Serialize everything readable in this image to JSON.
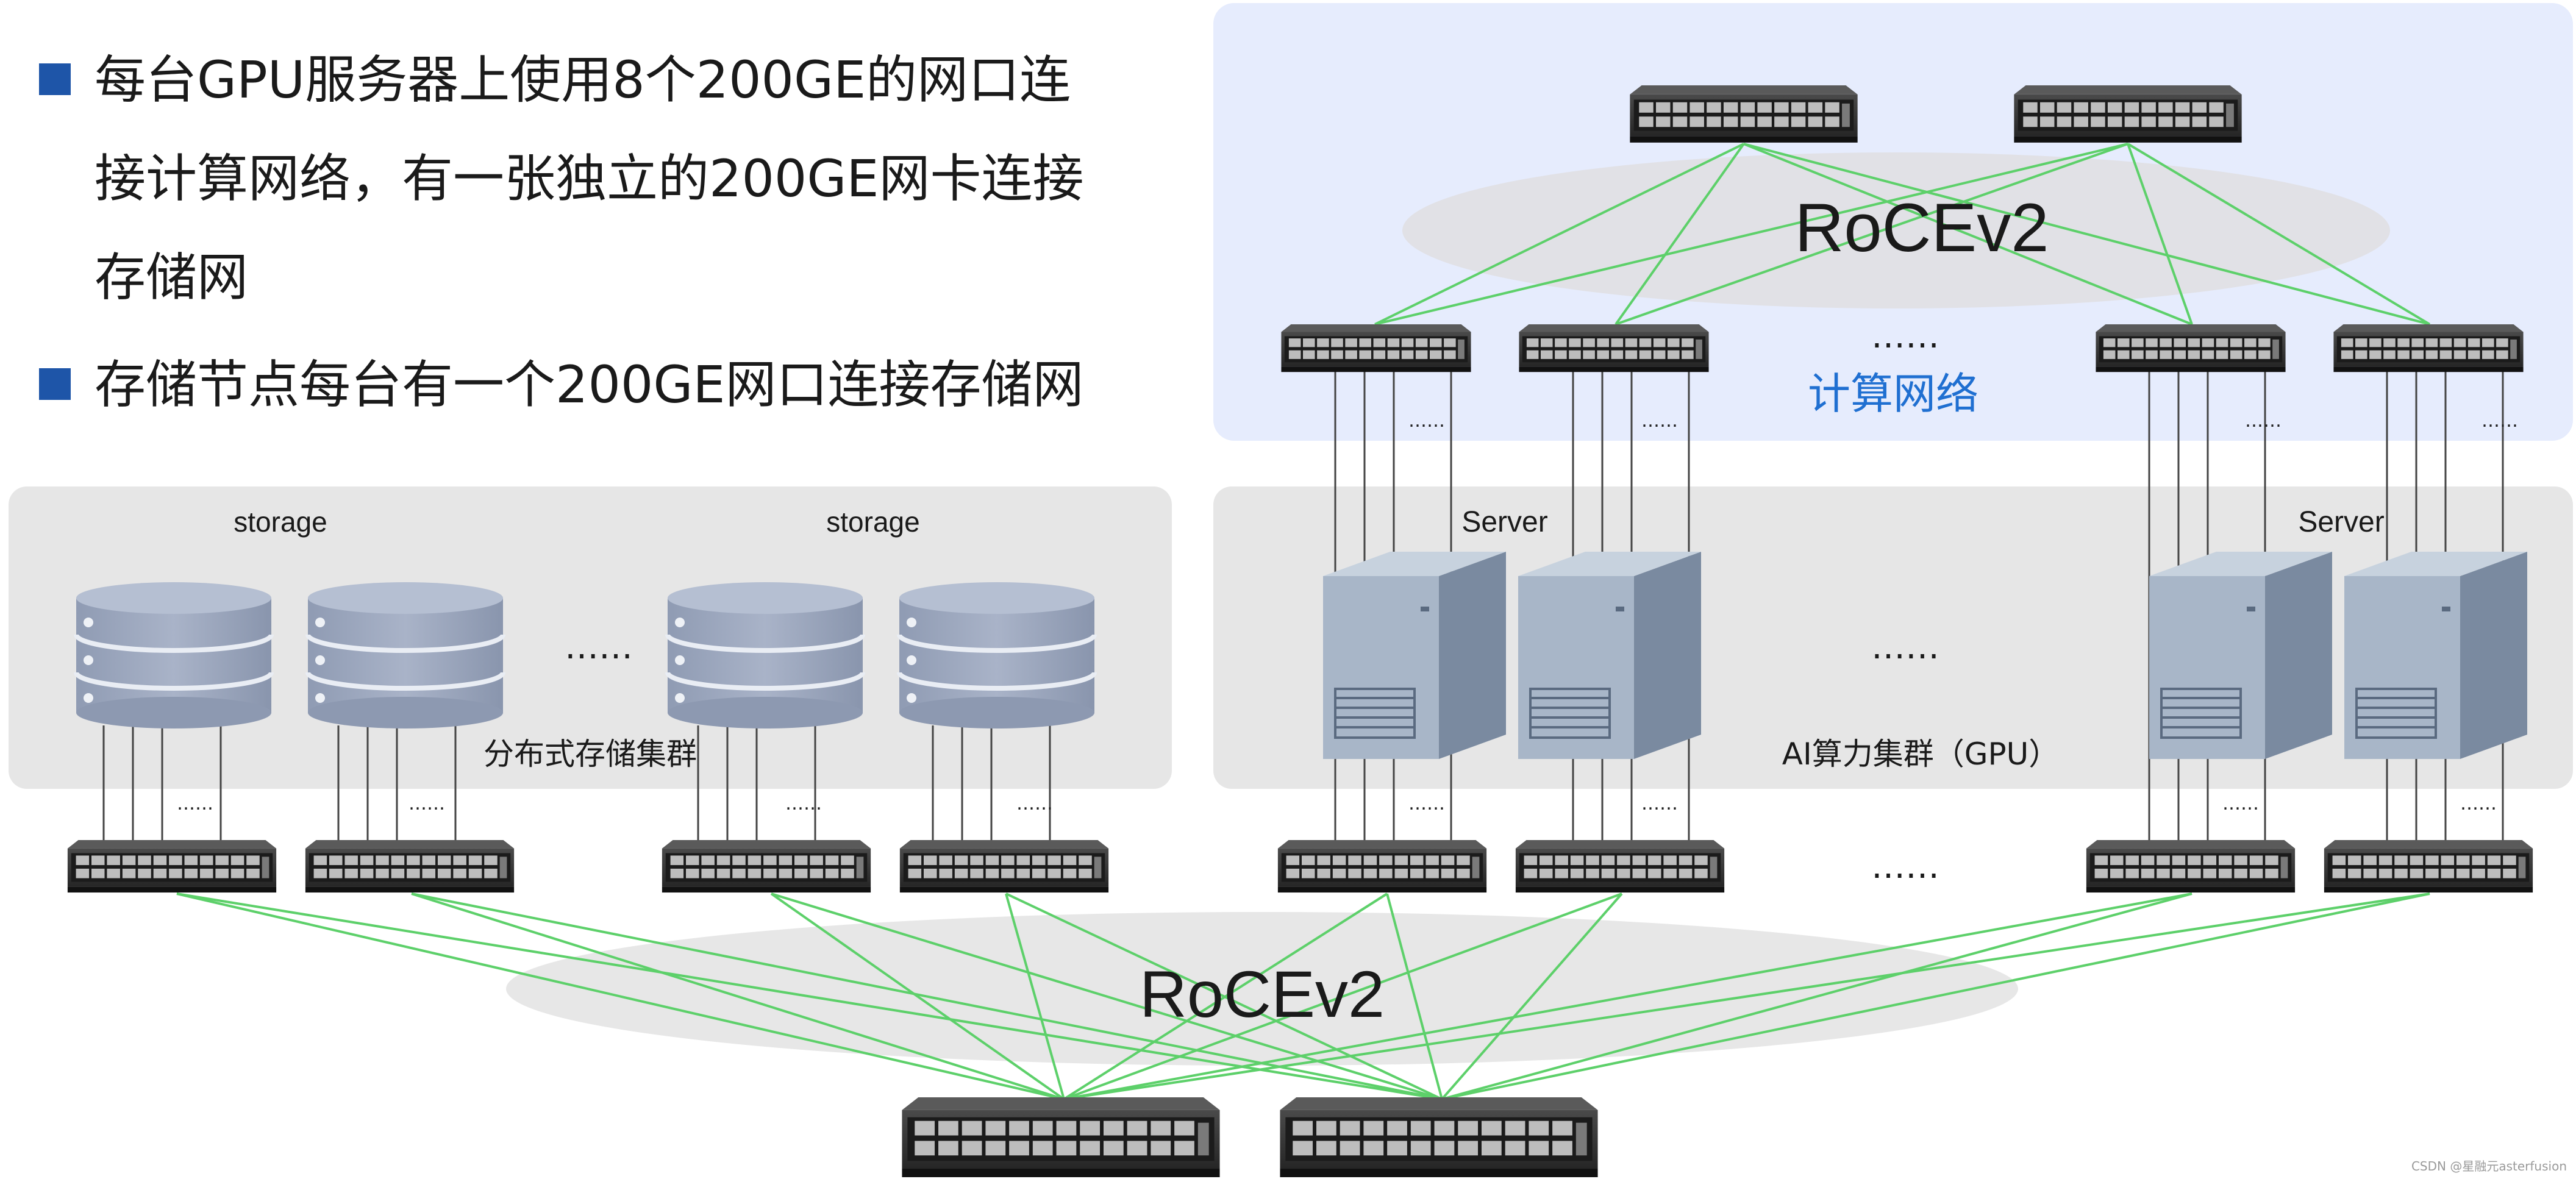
{
  "bullets": [
    {
      "lines": [
        "每台GPU服务器上使用8个200GE的网口连",
        "接计算网络，有一张独立的200GE网卡连接",
        "存储网"
      ]
    },
    {
      "lines": [
        "存储节点每台有一个200GE网口连接存储网"
      ]
    }
  ],
  "labels": {
    "storage_left": "storage",
    "storage_right": "storage",
    "server_left": "Server",
    "server_right": "Server",
    "storage_cluster": "分布式存储集群",
    "ai_cluster": "AI算力集群（GPU）",
    "compute_net": "计算网络",
    "roce_top": "RoCEv2",
    "roce_bottom": "RoCEv2",
    "ellipsis": "……",
    "watermark": "CSDN @星融元asterfusion"
  },
  "colors": {
    "bullet": "#1e55a8",
    "link": "#5dd06a",
    "compute_panel": "#e6ecfd",
    "cluster_panel": "#e6e6e6",
    "compute_text": "#1f6fd1"
  }
}
